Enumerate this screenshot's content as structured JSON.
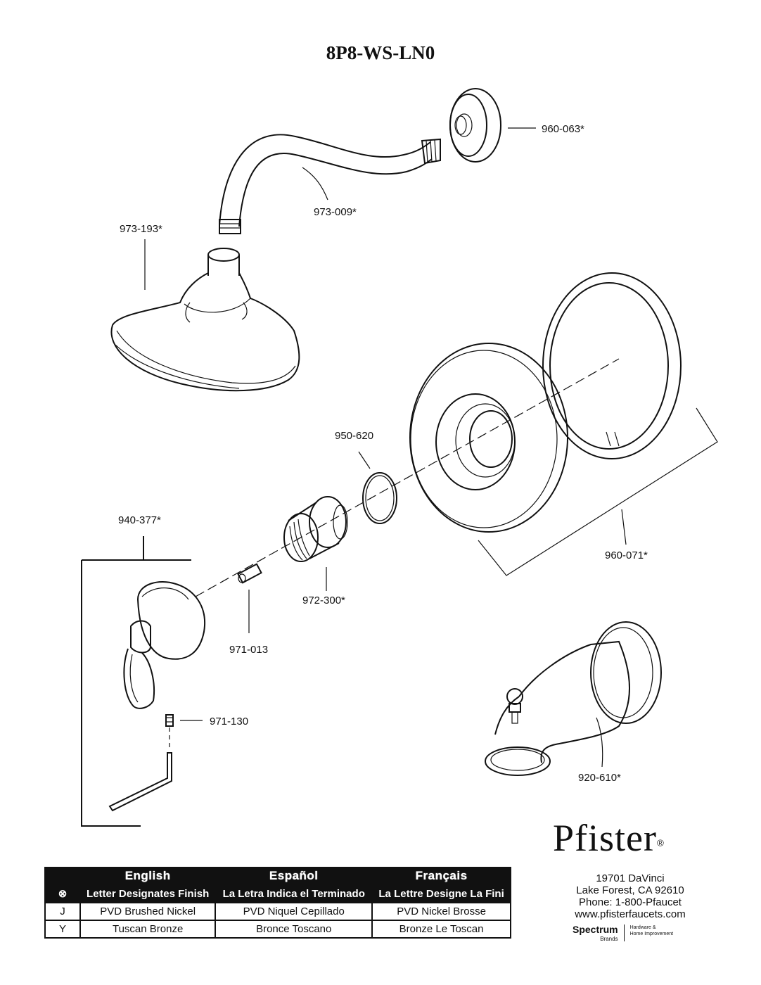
{
  "title": "8P8-WS-LN0",
  "parts": {
    "escutcheon_flange": "960-063*",
    "shower_arm": "973-009*",
    "shower_head": "973-193*",
    "o_ring": "950-620",
    "trim_plate": "960-071*",
    "handle": "940-377*",
    "adapter": "972-300*",
    "stem_extension": "971-013",
    "set_screw": "971-130",
    "tub_spout": "920-610*"
  },
  "table": {
    "languages": [
      "English",
      "Español",
      "Français"
    ],
    "finish_symbol": "⊗",
    "subheaders": [
      "Letter Designates Finish",
      "La Letra Indica el Terminado",
      "La Lettre Designe La Fini"
    ],
    "rows": [
      {
        "code": "J",
        "values": [
          "PVD Brushed Nickel",
          "PVD Niquel Cepillado",
          "PVD Nickel Brosse"
        ]
      },
      {
        "code": "Y",
        "values": [
          "Tuscan Bronze",
          "Bronce Toscano",
          "Bronze Le Toscan"
        ]
      }
    ]
  },
  "brand": {
    "logo": "Pfister",
    "registered": "®",
    "address_line1": "19701 DaVinci",
    "address_line2": "Lake Forest, CA 92610",
    "phone": "Phone: 1-800-Pfaucet",
    "website": "www.pfisterfaucets.com",
    "parent": "Spectrum",
    "parent_sub": "Brands",
    "parent_tag_1": "Hardware &",
    "parent_tag_2": "Home Improvement"
  }
}
